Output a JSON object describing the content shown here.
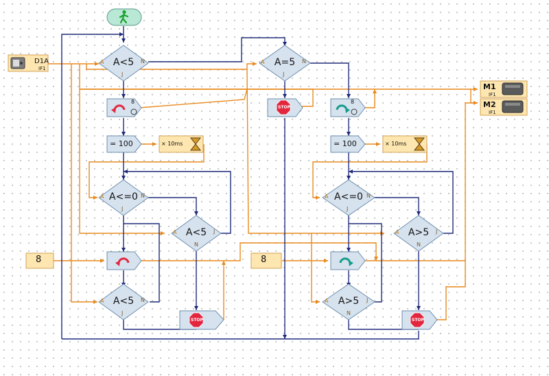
{
  "start": {
    "icon": "traffic-light-green-man-icon"
  },
  "input_block": {
    "name": "D1A",
    "interface": "IF1",
    "icon": "digital-input-icon"
  },
  "motors": [
    {
      "name": "M1",
      "interface": "IF1",
      "icon": "motor-icon"
    },
    {
      "name": "M2",
      "interface": "IF1",
      "icon": "motor-icon"
    }
  ],
  "branches": [
    {
      "label": "A<5",
      "yes": "J",
      "no": "N",
      "port": "A"
    },
    {
      "label": "A=5",
      "yes": "J",
      "no": "N",
      "port": "A"
    },
    {
      "label": "A<=0",
      "yes": "J",
      "no": "N",
      "port": "A"
    },
    {
      "label": "A<5",
      "yes": "J",
      "no": "N",
      "port": "A"
    },
    {
      "label": "A<5",
      "yes": "J",
      "no": "N",
      "port": "A"
    },
    {
      "label": "A<=0",
      "yes": "J",
      "no": "N",
      "port": "A"
    },
    {
      "label": "A>5",
      "yes": "J",
      "no": "N",
      "port": "A"
    },
    {
      "label": "A>5",
      "yes": "J",
      "no": "N",
      "port": "A"
    }
  ],
  "motor_commands": [
    {
      "direction": "ccw",
      "speed": "8"
    },
    {
      "direction": "ccw",
      "speed": ""
    },
    {
      "direction": "cw",
      "speed": "8"
    },
    {
      "direction": "cw",
      "speed": ""
    }
  ],
  "stop_label": "STOP",
  "assignments": [
    {
      "label": "= 100"
    },
    {
      "label": "= 100"
    }
  ],
  "timers": [
    {
      "label": "× 10ms",
      "icon": "hourglass-icon"
    },
    {
      "label": "× 10ms",
      "icon": "hourglass-icon"
    }
  ],
  "constants": [
    "8",
    "8"
  ],
  "colors": {
    "flow": "#1e2a7a",
    "data": "#e8891c",
    "block_fill": "#d6e2ee",
    "block_border": "#6e8eae",
    "const_fill": "#fde6b0",
    "start_fill": "#b9e8d6"
  }
}
